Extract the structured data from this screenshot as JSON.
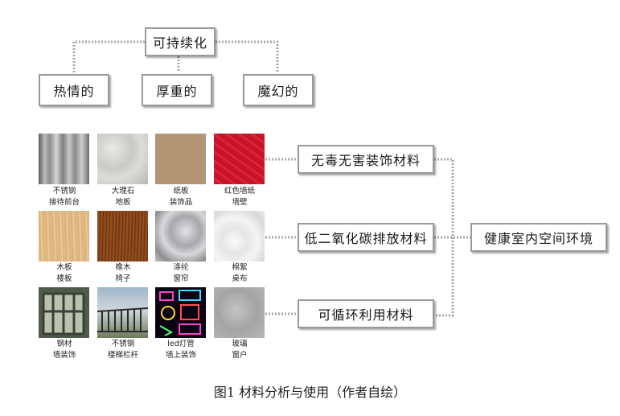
{
  "diagram": {
    "top_node": "可持续化",
    "style_nodes": [
      "热情的",
      "厚重的",
      "魔幻的"
    ],
    "category_nodes": [
      "无毒无害装饰材料",
      "低二氧化碳排放材料",
      "可循环利用材料"
    ],
    "goal_node": "健康室内空间环境"
  },
  "materials": [
    {
      "name": "不锈钢",
      "use": "接待前台",
      "texture": "brushed-steel"
    },
    {
      "name": "大理石",
      "use": "地板",
      "texture": "marble"
    },
    {
      "name": "纸板",
      "use": "装饰品",
      "texture": "cardboard"
    },
    {
      "name": "红色墙纸",
      "use": "墙壁",
      "texture": "red-wallpaper"
    },
    {
      "name": "木板",
      "use": "楼板",
      "texture": "wood-board"
    },
    {
      "name": "橡木",
      "use": "椅子",
      "texture": "oak"
    },
    {
      "name": "涤纶",
      "use": "窗帘",
      "texture": "polyester"
    },
    {
      "name": "棉絮",
      "use": "桌布",
      "texture": "cotton"
    },
    {
      "name": "钢材",
      "use": "墙装饰",
      "texture": "steel-frame"
    },
    {
      "name": "不锈钢",
      "use": "楼梯栏杆",
      "texture": "stainless-railing"
    },
    {
      "name": "led灯管",
      "use": "墙上装饰",
      "texture": "led-neon"
    },
    {
      "name": "玻璃",
      "use": "窗户",
      "texture": "glass"
    }
  ],
  "figure_caption": "图1 材料分析与使用（作者自绘）",
  "colors": {
    "connector": "#a8a8a8",
    "box_border": "#9a9a9a",
    "red_wallpaper": "#c81428"
  }
}
